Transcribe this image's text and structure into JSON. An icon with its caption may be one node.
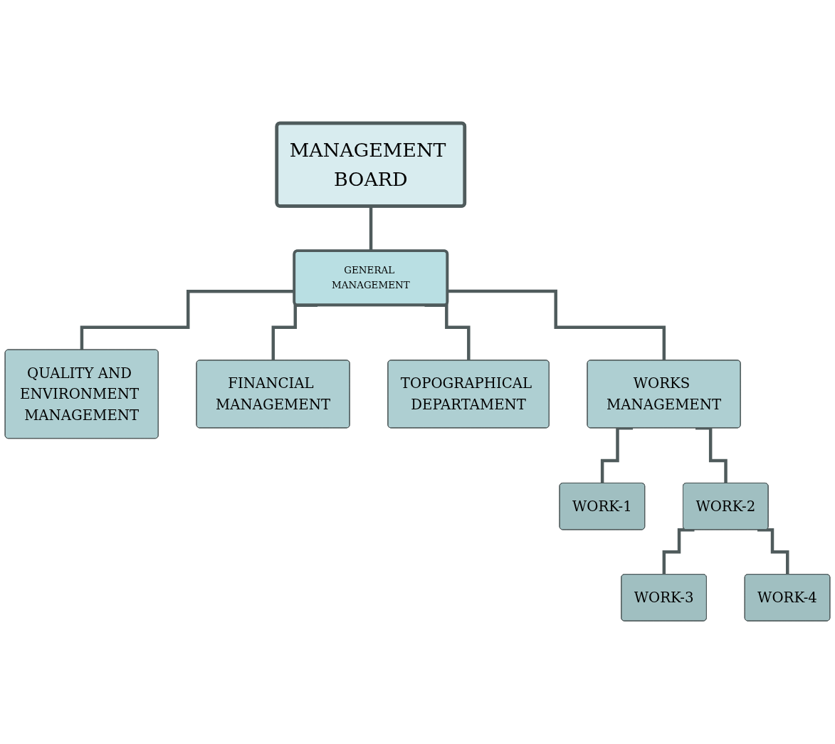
{
  "diagram": {
    "nodes": [
      {
        "text": [
          "MANAGEMENT BOARD"
        ]
      },
      {
        "text": [
          "GENERAL MANAGEMENT"
        ]
      },
      {
        "text": [
          "QUALITY AND ENVIRONMENT MANAGEMENT"
        ]
      },
      {
        "text": [
          "FINANCIAL MANAGEMENT"
        ]
      },
      {
        "text": [
          "TOPOGRAPHICAL DEPARTAMENT"
        ]
      },
      {
        "text": [
          "WORKS MANAGEMENT"
        ]
      },
      {
        "text": [
          "WORK-1"
        ]
      },
      {
        "text": [
          "WORK-2"
        ]
      },
      {
        "text": [
          "WORK-3"
        ]
      },
      {
        "text": [
          "WORK-4"
        ]
      }
    ],
    "edges": [
      {
        "from": 0,
        "to": 1,
        "arrow": "none"
      },
      {
        "from": 1,
        "to": 2,
        "arrow": "none"
      },
      {
        "from": 1,
        "to": 3,
        "arrow": "none"
      },
      {
        "from": 1,
        "to": 4,
        "arrow": "none"
      },
      {
        "from": 1,
        "to": 5,
        "arrow": "none"
      },
      {
        "from": 5,
        "to": 6,
        "arrow": "none"
      },
      {
        "from": 5,
        "to": 7,
        "arrow": "none"
      },
      {
        "from": 7,
        "to": 8,
        "arrow": "none"
      },
      {
        "from": 7,
        "to": 9,
        "arrow": "none"
      }
    ]
  }
}
